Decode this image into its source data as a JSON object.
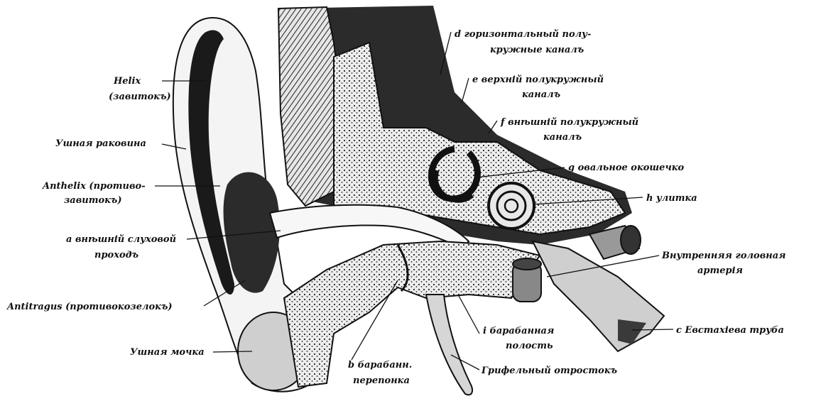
{
  "labels": {
    "helix_1": "Helix",
    "helix_2": "(завитокъ)",
    "concha": "Ушная раковина",
    "anthelix_1": "Anthelix (противо-",
    "anthelix_2": "завитокъ)",
    "meatus_1": "a внѣшній слуховой",
    "meatus_2": "проходъ",
    "antitragus": "Antitragus (противокозелокъ)",
    "lobule": "Ушная мочка",
    "canal_d_1": "d горизонтальный полу-",
    "canal_d_2": "кружные каналъ",
    "canal_e_1": "e верхній полукружный",
    "canal_e_2": "каналъ",
    "canal_f_1": "f внѣшній полукружный",
    "canal_f_2": "каналъ",
    "oval_window": "g овальное окошечко",
    "cochlea": "h улитка",
    "carotid_1": "Внутренняя головная",
    "carotid_2": "артерія",
    "eustachian": "c Евстахіева труба",
    "tympanic_1": "i барабанная",
    "tympanic_2": "полость",
    "eardrum_1": "b барабанн.",
    "eardrum_2": "перепонка",
    "styloid": "Грифельный отростокъ"
  },
  "colors": {
    "ink": "#111111",
    "paper": "#ffffff"
  }
}
